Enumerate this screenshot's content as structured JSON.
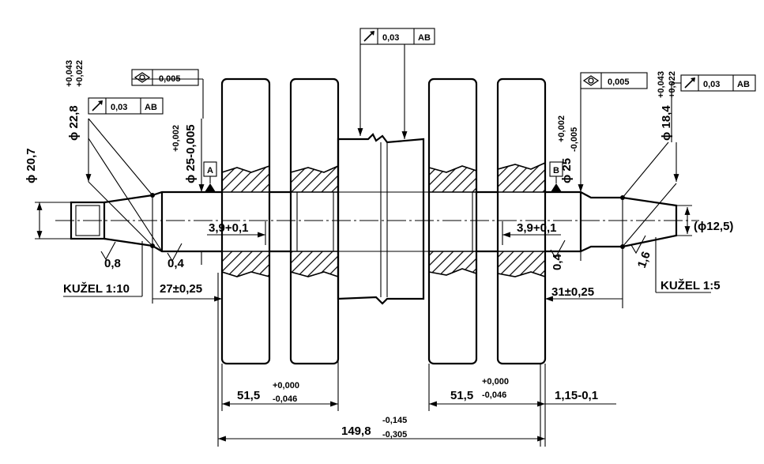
{
  "labels": {
    "dia_207": "ϕ 20,7",
    "dia_228": "ϕ 22,8",
    "dia_228_tol_up": "+0,043",
    "dia_228_tol_low": "+0,022",
    "dia_25_left_tol_up": "+0,002",
    "dia_25_left": "ϕ 25-0,005",
    "dia_25_right_tol_up": "+0,002",
    "dia_25_right": "ϕ 25",
    "dia_25_right_tol_low": "-0,005",
    "dia_184": "ϕ 18,4",
    "dia_184_tol_up": "+0,043",
    "dia_184_tol_low": "+0,022",
    "dia_125": "(ϕ12,5)",
    "len_39_left": "3,9+0,1",
    "len_39_right": "3,9+0,1",
    "len_27": "27±0,25",
    "len_31": "31±0,25",
    "len_515_left": "51,5",
    "len_515_left_up": "+0,000",
    "len_515_left_low": "-0,046",
    "len_515_right": "51,5",
    "len_515_right_up": "+0,000",
    "len_515_right_low": "-0,046",
    "len_115": "1,15-0,1",
    "len_1498": "149,8",
    "len_1498_up": "-0,145",
    "len_1498_low": "-0,305",
    "rough_08": "0,8",
    "rough_04_left": "0,4",
    "rough_04_right": "0,4",
    "rough_16": "1,6",
    "taper_left": "KUŽEL 1:10",
    "taper_right": "KUŽEL  1:5",
    "datum_a": "A",
    "datum_b": "B"
  },
  "frames": {
    "runout_center_value": "0,03",
    "runout_center_datum": "AB",
    "cyl_left_value": "0,005",
    "runout_left_value": "0,03",
    "runout_left_datum": "AB",
    "cyl_right_value": "0,005",
    "runout_right_value": "0,03",
    "runout_right_datum": "AB"
  },
  "icons": {
    "runout": "runout-arrow-icon",
    "cylindricity": "cylindricity-icon"
  }
}
